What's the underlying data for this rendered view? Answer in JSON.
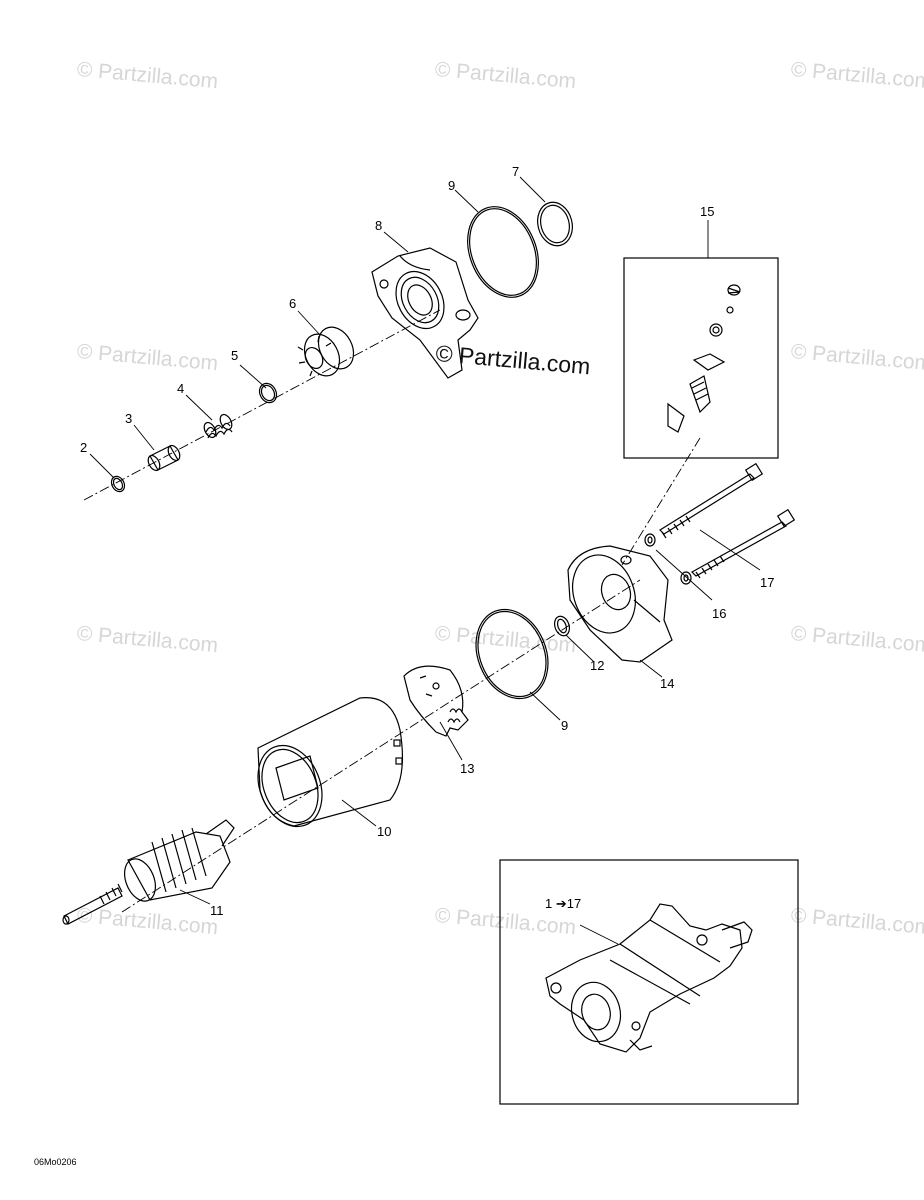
{
  "watermark": {
    "text": "© Partzilla.com",
    "main_text": "© Partzilla.com"
  },
  "callouts": {
    "c1_17": "1 ➔17",
    "c2": "2",
    "c3": "3",
    "c4": "4",
    "c5": "5",
    "c6": "6",
    "c7": "7",
    "c8": "8",
    "c9a": "9",
    "c9b": "9",
    "c10": "10",
    "c11": "11",
    "c12": "12",
    "c13": "13",
    "c14": "14",
    "c15": "15",
    "c16": "16",
    "c17": "17"
  },
  "drawing_code": "06Mo0206",
  "parts": {
    "p2": "ring-2",
    "p3": "bushing-3",
    "p4": "spring-4",
    "p5": "ring-5",
    "p6": "drive-gear-6",
    "p7": "o-ring-7",
    "p8": "drive-housing-8",
    "p9": "o-ring-9",
    "p10": "starter-frame-10",
    "p11": "armature-11",
    "p12": "washer-12",
    "p13": "brush-plate-13",
    "p14": "end-cover-14",
    "p15": "terminal-kit-15",
    "p16": "lock-washer-16",
    "p17": "through-bolt-17"
  }
}
